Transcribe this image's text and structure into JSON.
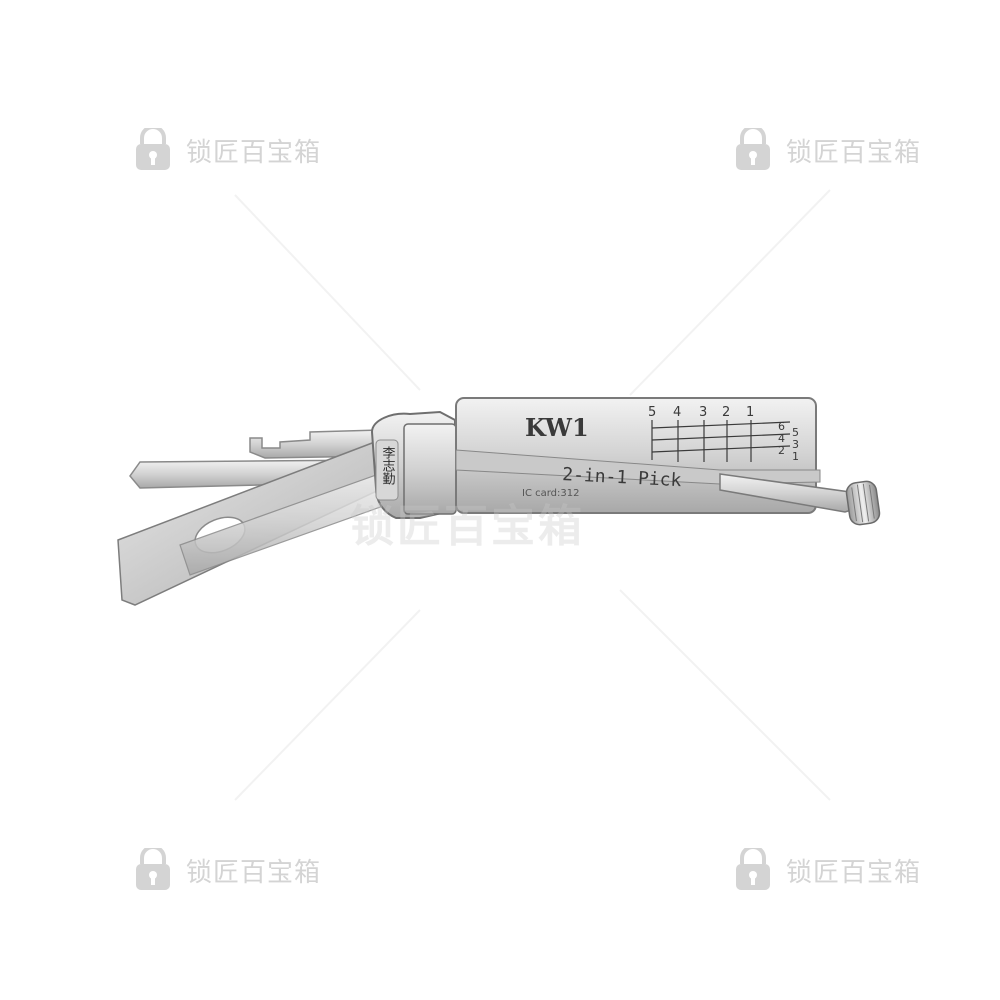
{
  "watermark": {
    "text": "锁匠百宝箱",
    "icon": "padlock-logo-icon"
  },
  "tool": {
    "model": "KW1",
    "title": "2-in-1 Pick",
    "ic_card": "IC card:312",
    "top_scale": [
      "5",
      "4",
      "3",
      "2",
      "1"
    ],
    "side_scale_left": [
      "6",
      "4",
      "2"
    ],
    "side_scale_right": [
      "5",
      "3",
      "1"
    ],
    "brand_mark": "李志勤"
  },
  "colors": {
    "steel_light": "#e6e6e6",
    "steel_mid": "#bdbdbd",
    "steel_dark": "#7a7a7a",
    "engraving": "#3a3a3a"
  }
}
